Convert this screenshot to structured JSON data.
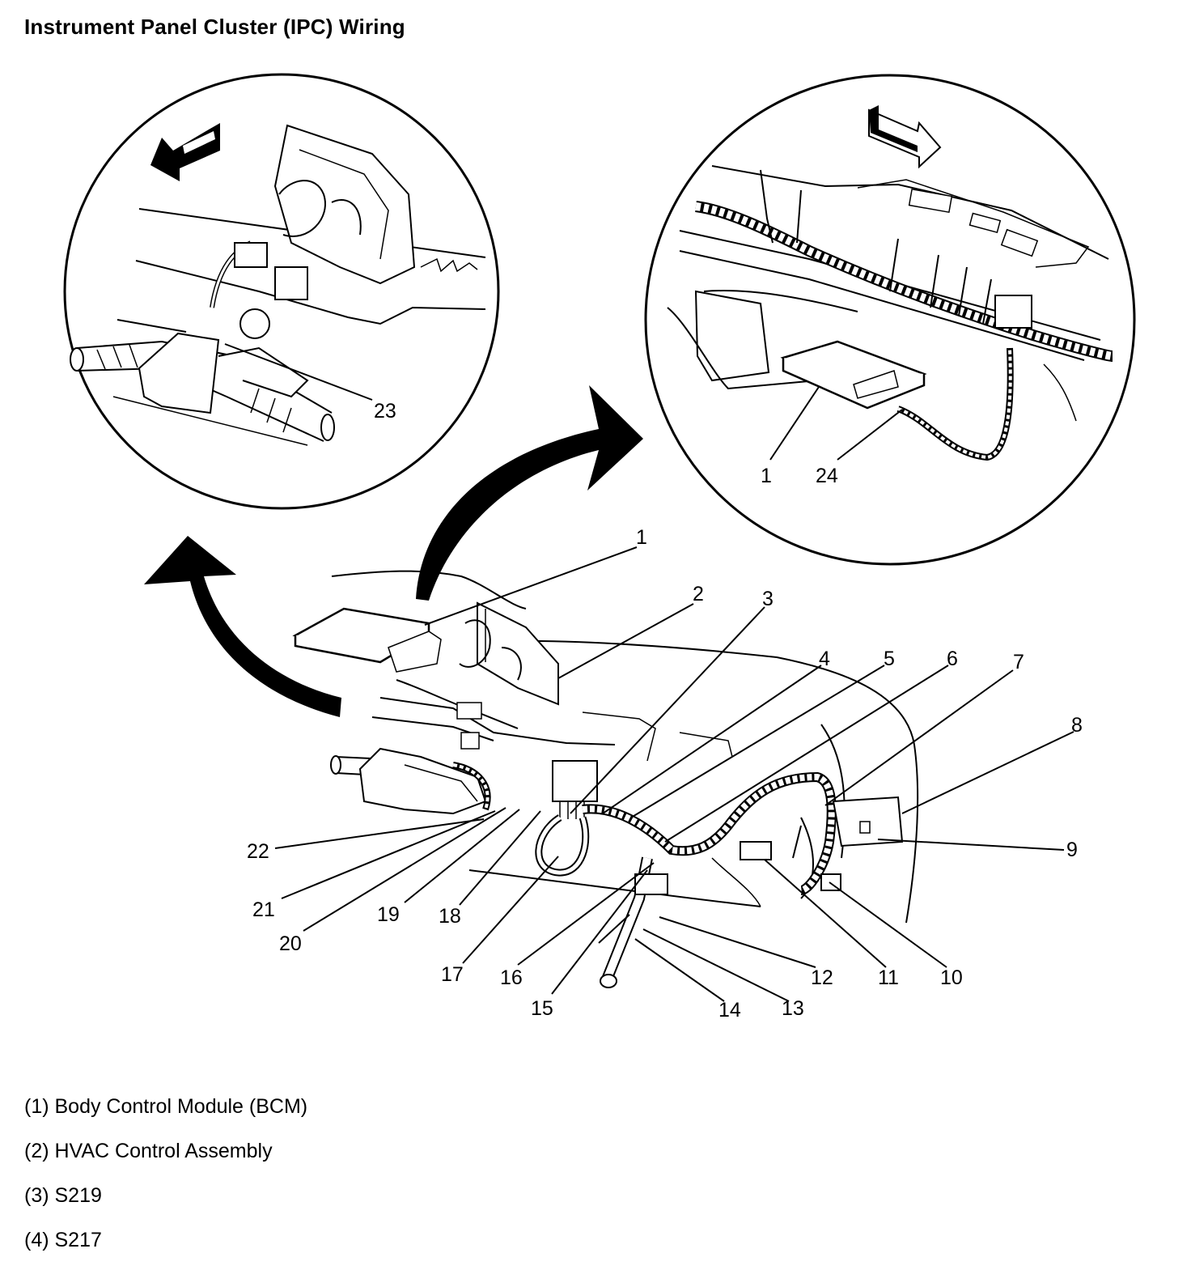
{
  "title": "Instrument Panel Cluster (IPC) Wiring",
  "callouts": {
    "c1": "1",
    "c2": "2",
    "c3": "3",
    "c4": "4",
    "c5": "5",
    "c6": "6",
    "c7": "7",
    "c8": "8",
    "c9": "9",
    "c10": "10",
    "c11": "11",
    "c12": "12",
    "c13": "13",
    "c14": "14",
    "c15": "15",
    "c16": "16",
    "c17": "17",
    "c18": "18",
    "c19": "19",
    "c20": "20",
    "c21": "21",
    "c22": "22",
    "c23": "23",
    "c1b": "1",
    "c24": "24"
  },
  "legend": [
    "(1) Body Control Module (BCM)",
    "(2) HVAC Control Assembly",
    "(3) S219",
    "(4) S217"
  ]
}
